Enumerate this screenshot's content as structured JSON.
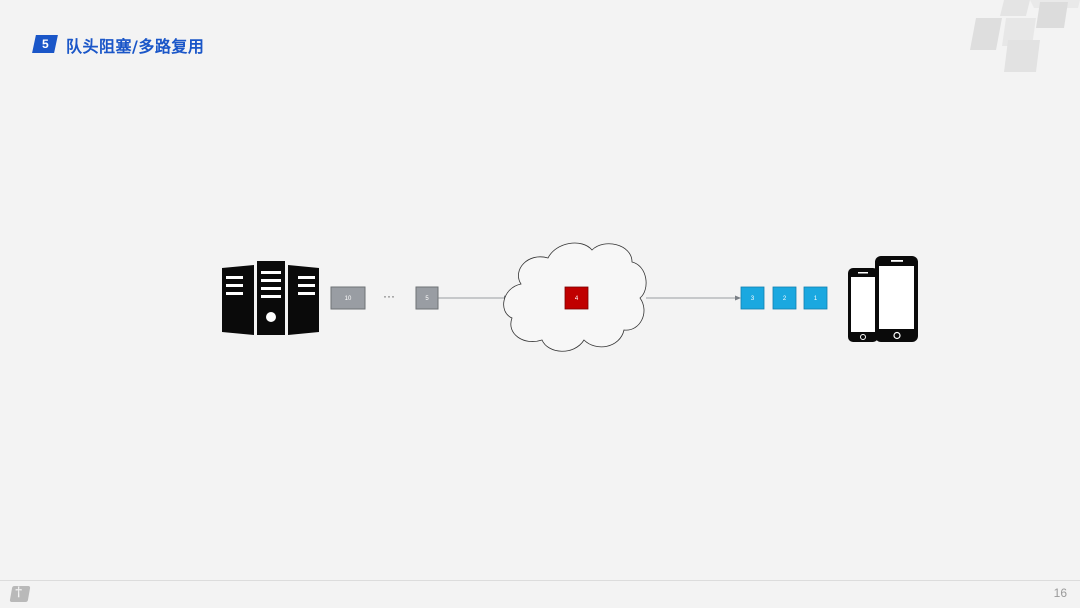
{
  "header": {
    "section_number": "5",
    "title": "队头阻塞/多路复用"
  },
  "diagram": {
    "server_icon": "server-rack-icon",
    "client_icon": "smartphones-icon",
    "network_icon": "cloud-icon",
    "ellipsis": "···",
    "queued_packets": [
      "10",
      "5"
    ],
    "lost_packet": "4",
    "received_packets": [
      "3",
      "2",
      "1"
    ],
    "colors": {
      "queued": "#999da3",
      "lost": "#c00000",
      "received": "#1aa8e0"
    }
  },
  "footer": {
    "logo_glyph": "†",
    "page_number": "16"
  }
}
